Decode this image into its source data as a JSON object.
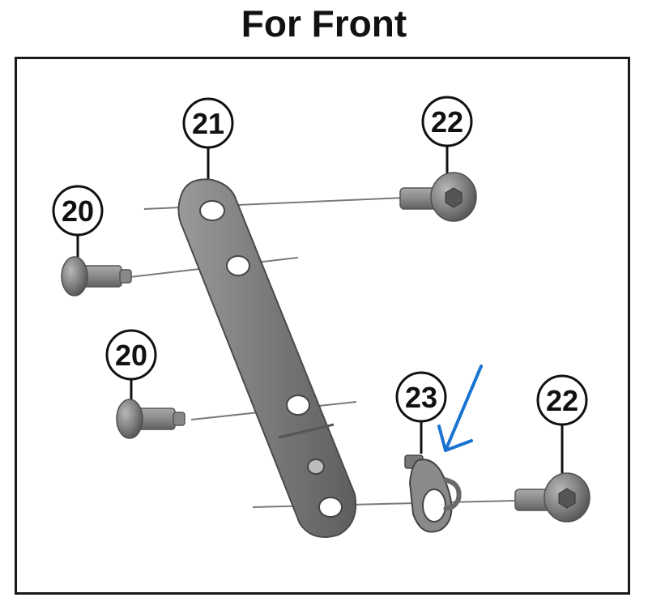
{
  "title": "For Front",
  "callouts": [
    {
      "id": "callout-21",
      "label": "21"
    },
    {
      "id": "callout-22-top",
      "label": "22"
    },
    {
      "id": "callout-20-top",
      "label": "20"
    },
    {
      "id": "callout-20-bottom",
      "label": "20"
    },
    {
      "id": "callout-23",
      "label": "23"
    },
    {
      "id": "callout-22-bottom",
      "label": "22"
    }
  ],
  "colors": {
    "part_dark": "#6e6e6e",
    "part_mid": "#8a8a8a",
    "part_light": "#a8a8a8",
    "leader_line": "#777777",
    "arrow": "#1a73d1"
  }
}
